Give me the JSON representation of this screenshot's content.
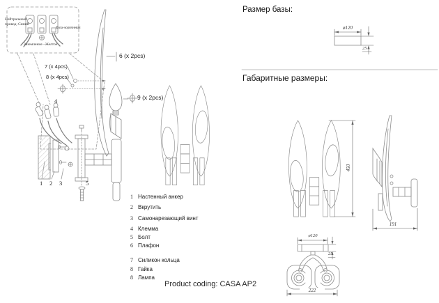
{
  "colors": {
    "line": "#8c8c8c",
    "dim_line": "#666666",
    "text": "#1f1f1f"
  },
  "wiring_box": {
    "neutral": "Нейтральный провод–Синий",
    "phase": "Фаза–коричневая",
    "ground": "Заземление –Желтое"
  },
  "callouts": {
    "part6": "6 (x 2pcs)",
    "part7": "7 (x 4pcs)",
    "part8": "8 (x 4pcs)",
    "part9": "9 (x 2pcs)",
    "num1": "1",
    "num2": "2",
    "num3": "3",
    "num4": "4",
    "num5": "5"
  },
  "parts_list": {
    "items": [
      {
        "num": "1",
        "label": "Настенный анкер"
      },
      {
        "num": "2",
        "label": "Вкрутить"
      },
      {
        "num": "3",
        "label": "Самонарезающий винт"
      },
      {
        "num": "4",
        "label": "Клемма"
      },
      {
        "num": "5",
        "label": "Болт"
      },
      {
        "num": "6",
        "label": "Плафон"
      },
      {
        "num": "7",
        "label": "Силикон кольца"
      },
      {
        "num": "8",
        "label": "Гайка"
      },
      {
        "num": "8",
        "label": "Лампа"
      }
    ]
  },
  "product_coding": "Product coding: CASA AP2",
  "sections": {
    "base_size": "Размер базы:",
    "overall_size": "Габаритные размеры:"
  },
  "dimensions": {
    "base_diameter": "ø120",
    "base_thickness": "25",
    "height": "450",
    "depth": "191",
    "top_diameter": "ø120",
    "top_thickness": "25",
    "width": "222"
  }
}
